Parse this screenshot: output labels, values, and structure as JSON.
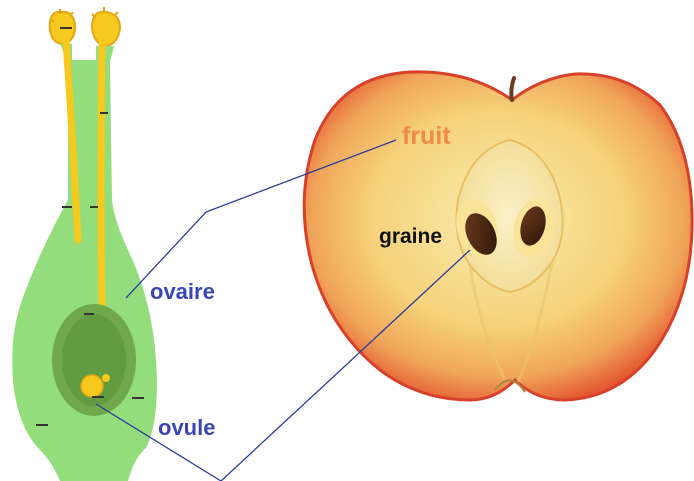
{
  "labels": {
    "fruit": "fruit",
    "graine": "graine",
    "ovaire": "ovaire",
    "ovule": "ovule"
  },
  "colors": {
    "fruit_label": "#f08a4b",
    "graine_label": "#111111",
    "ovaire_label": "#3b45b5",
    "ovule_label": "#3b45b5",
    "connector_line": "#2c3a9e",
    "flower_green": "#93dd7c",
    "flower_green_dark": "#6fa94c",
    "pollen_yellow": "#f7c81e",
    "apple_skin_red": "#e24a2a",
    "apple_flesh": "#f7df8e",
    "seed_brown": "#4a2612"
  }
}
